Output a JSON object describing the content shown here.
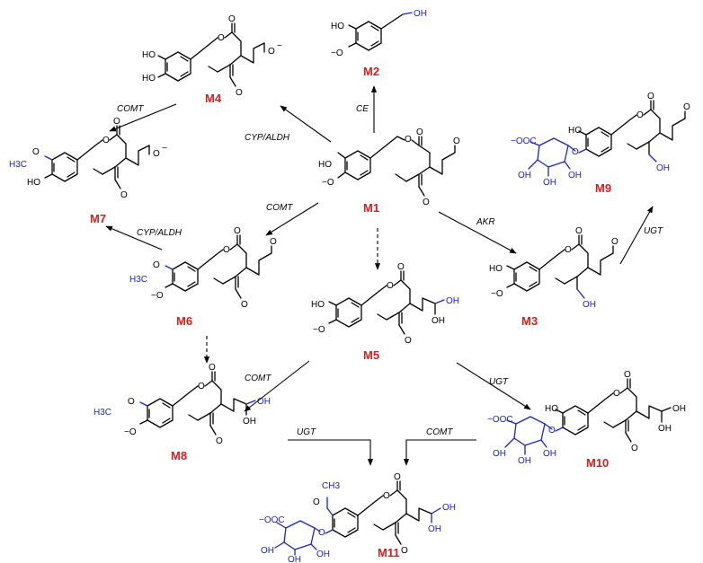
{
  "metabolites": [
    {
      "id": "M1",
      "label": "M1"
    },
    {
      "id": "M2",
      "label": "M2"
    },
    {
      "id": "M3",
      "label": "M3"
    },
    {
      "id": "M4",
      "label": "M4"
    },
    {
      "id": "M5",
      "label": "M5"
    },
    {
      "id": "M6",
      "label": "M6"
    },
    {
      "id": "M7",
      "label": "M7"
    },
    {
      "id": "M8",
      "label": "M8"
    },
    {
      "id": "M9",
      "label": "M9"
    },
    {
      "id": "M10",
      "label": "M10"
    },
    {
      "id": "M11",
      "label": "M11"
    }
  ],
  "enzymes": {
    "comt_m4_m7": "COMT",
    "cyp_m1_m4": "CYP/ALDH",
    "ce": "CE",
    "comt_m1_m6": "COMT",
    "cyp_m6_m7": "CYP/ALDH",
    "akr": "AKR",
    "ugt_m3_m9": "UGT",
    "comt_m5_m8": "COMT",
    "ugt_m5_m10": "UGT",
    "ugt_m8_m11": "UGT",
    "comt_m10_m11": "COMT"
  },
  "atoms": {
    "ho": "HO",
    "oh": "OH",
    "o_minus": "−O",
    "o": "O",
    "o_superminus": "−",
    "h3c": "H3C",
    "ch3": "CH3",
    "ooc": "−OOC",
    "oh_blue": "OH"
  },
  "colors": {
    "label": "#e11b1b",
    "modification": "#1a24d6",
    "structure": "#000000"
  }
}
